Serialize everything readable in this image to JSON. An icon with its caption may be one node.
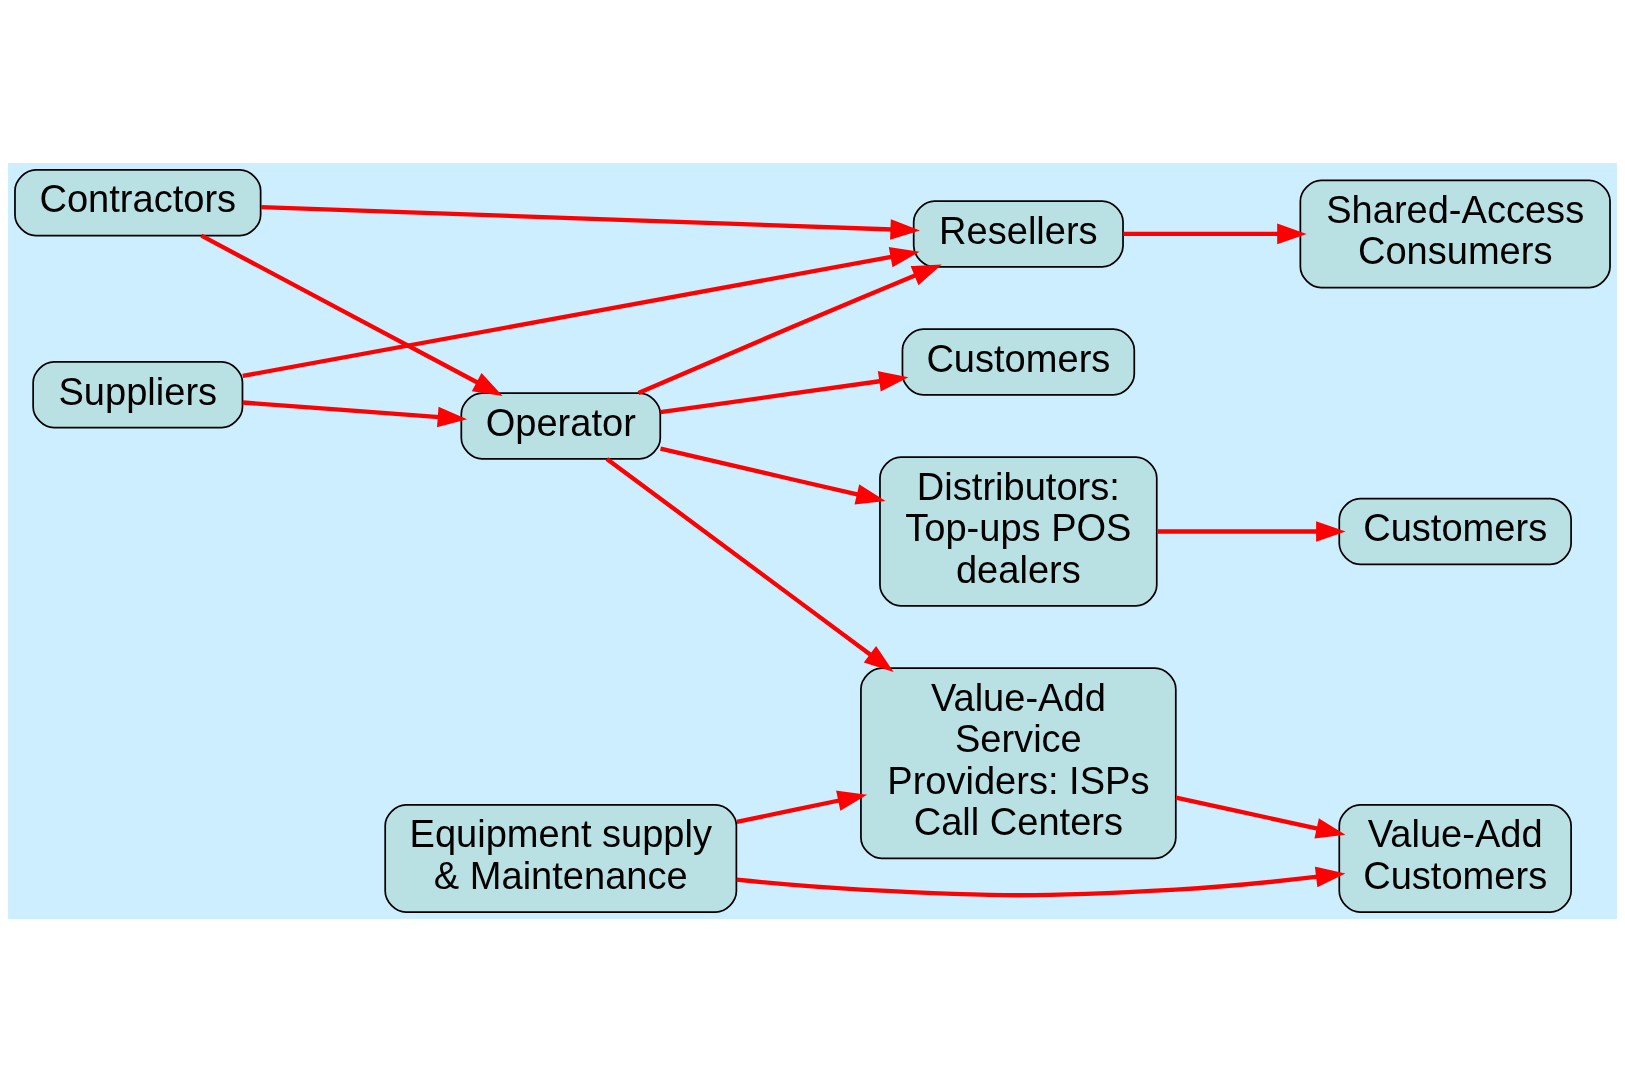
{
  "diagram": {
    "nodes": [
      {
        "text": [
          "Suppliers"
        ]
      },
      {
        "text": [
          "Contractors"
        ]
      },
      {
        "text": [
          "Operator"
        ]
      },
      {
        "text": [
          "Customers"
        ]
      },
      {
        "text": [
          "Resellers"
        ]
      },
      {
        "text": [
          "Shared-Access Consumers"
        ]
      },
      {
        "text": [
          "Distributors: Top-ups POS dealers"
        ]
      },
      {
        "text": [
          "Customers"
        ]
      },
      {
        "text": [
          "Value-Add Service Providers: ISPs Call Centers"
        ]
      },
      {
        "text": [
          "Value-Add Customers"
        ]
      },
      {
        "text": [
          "Equipment supply & Maintenance"
        ]
      }
    ],
    "edges": [
      {
        "from": 0,
        "to": 2,
        "arrow": "to"
      },
      {
        "from": 0,
        "to": 4,
        "arrow": "to"
      },
      {
        "from": 1,
        "to": 2,
        "arrow": "to"
      },
      {
        "from": 1,
        "to": 4,
        "arrow": "to"
      },
      {
        "from": 2,
        "to": 3,
        "arrow": "to"
      },
      {
        "from": 2,
        "to": 4,
        "arrow": "to"
      },
      {
        "from": 2,
        "to": 6,
        "arrow": "to"
      },
      {
        "from": 2,
        "to": 8,
        "arrow": "to"
      },
      {
        "from": 4,
        "to": 5,
        "arrow": "to"
      },
      {
        "from": 6,
        "to": 7,
        "arrow": "to"
      },
      {
        "from": 8,
        "to": 9,
        "arrow": "to"
      },
      {
        "from": 10,
        "to": 8,
        "arrow": "to"
      },
      {
        "from": 10,
        "to": 9,
        "arrow": "to"
      }
    ]
  }
}
